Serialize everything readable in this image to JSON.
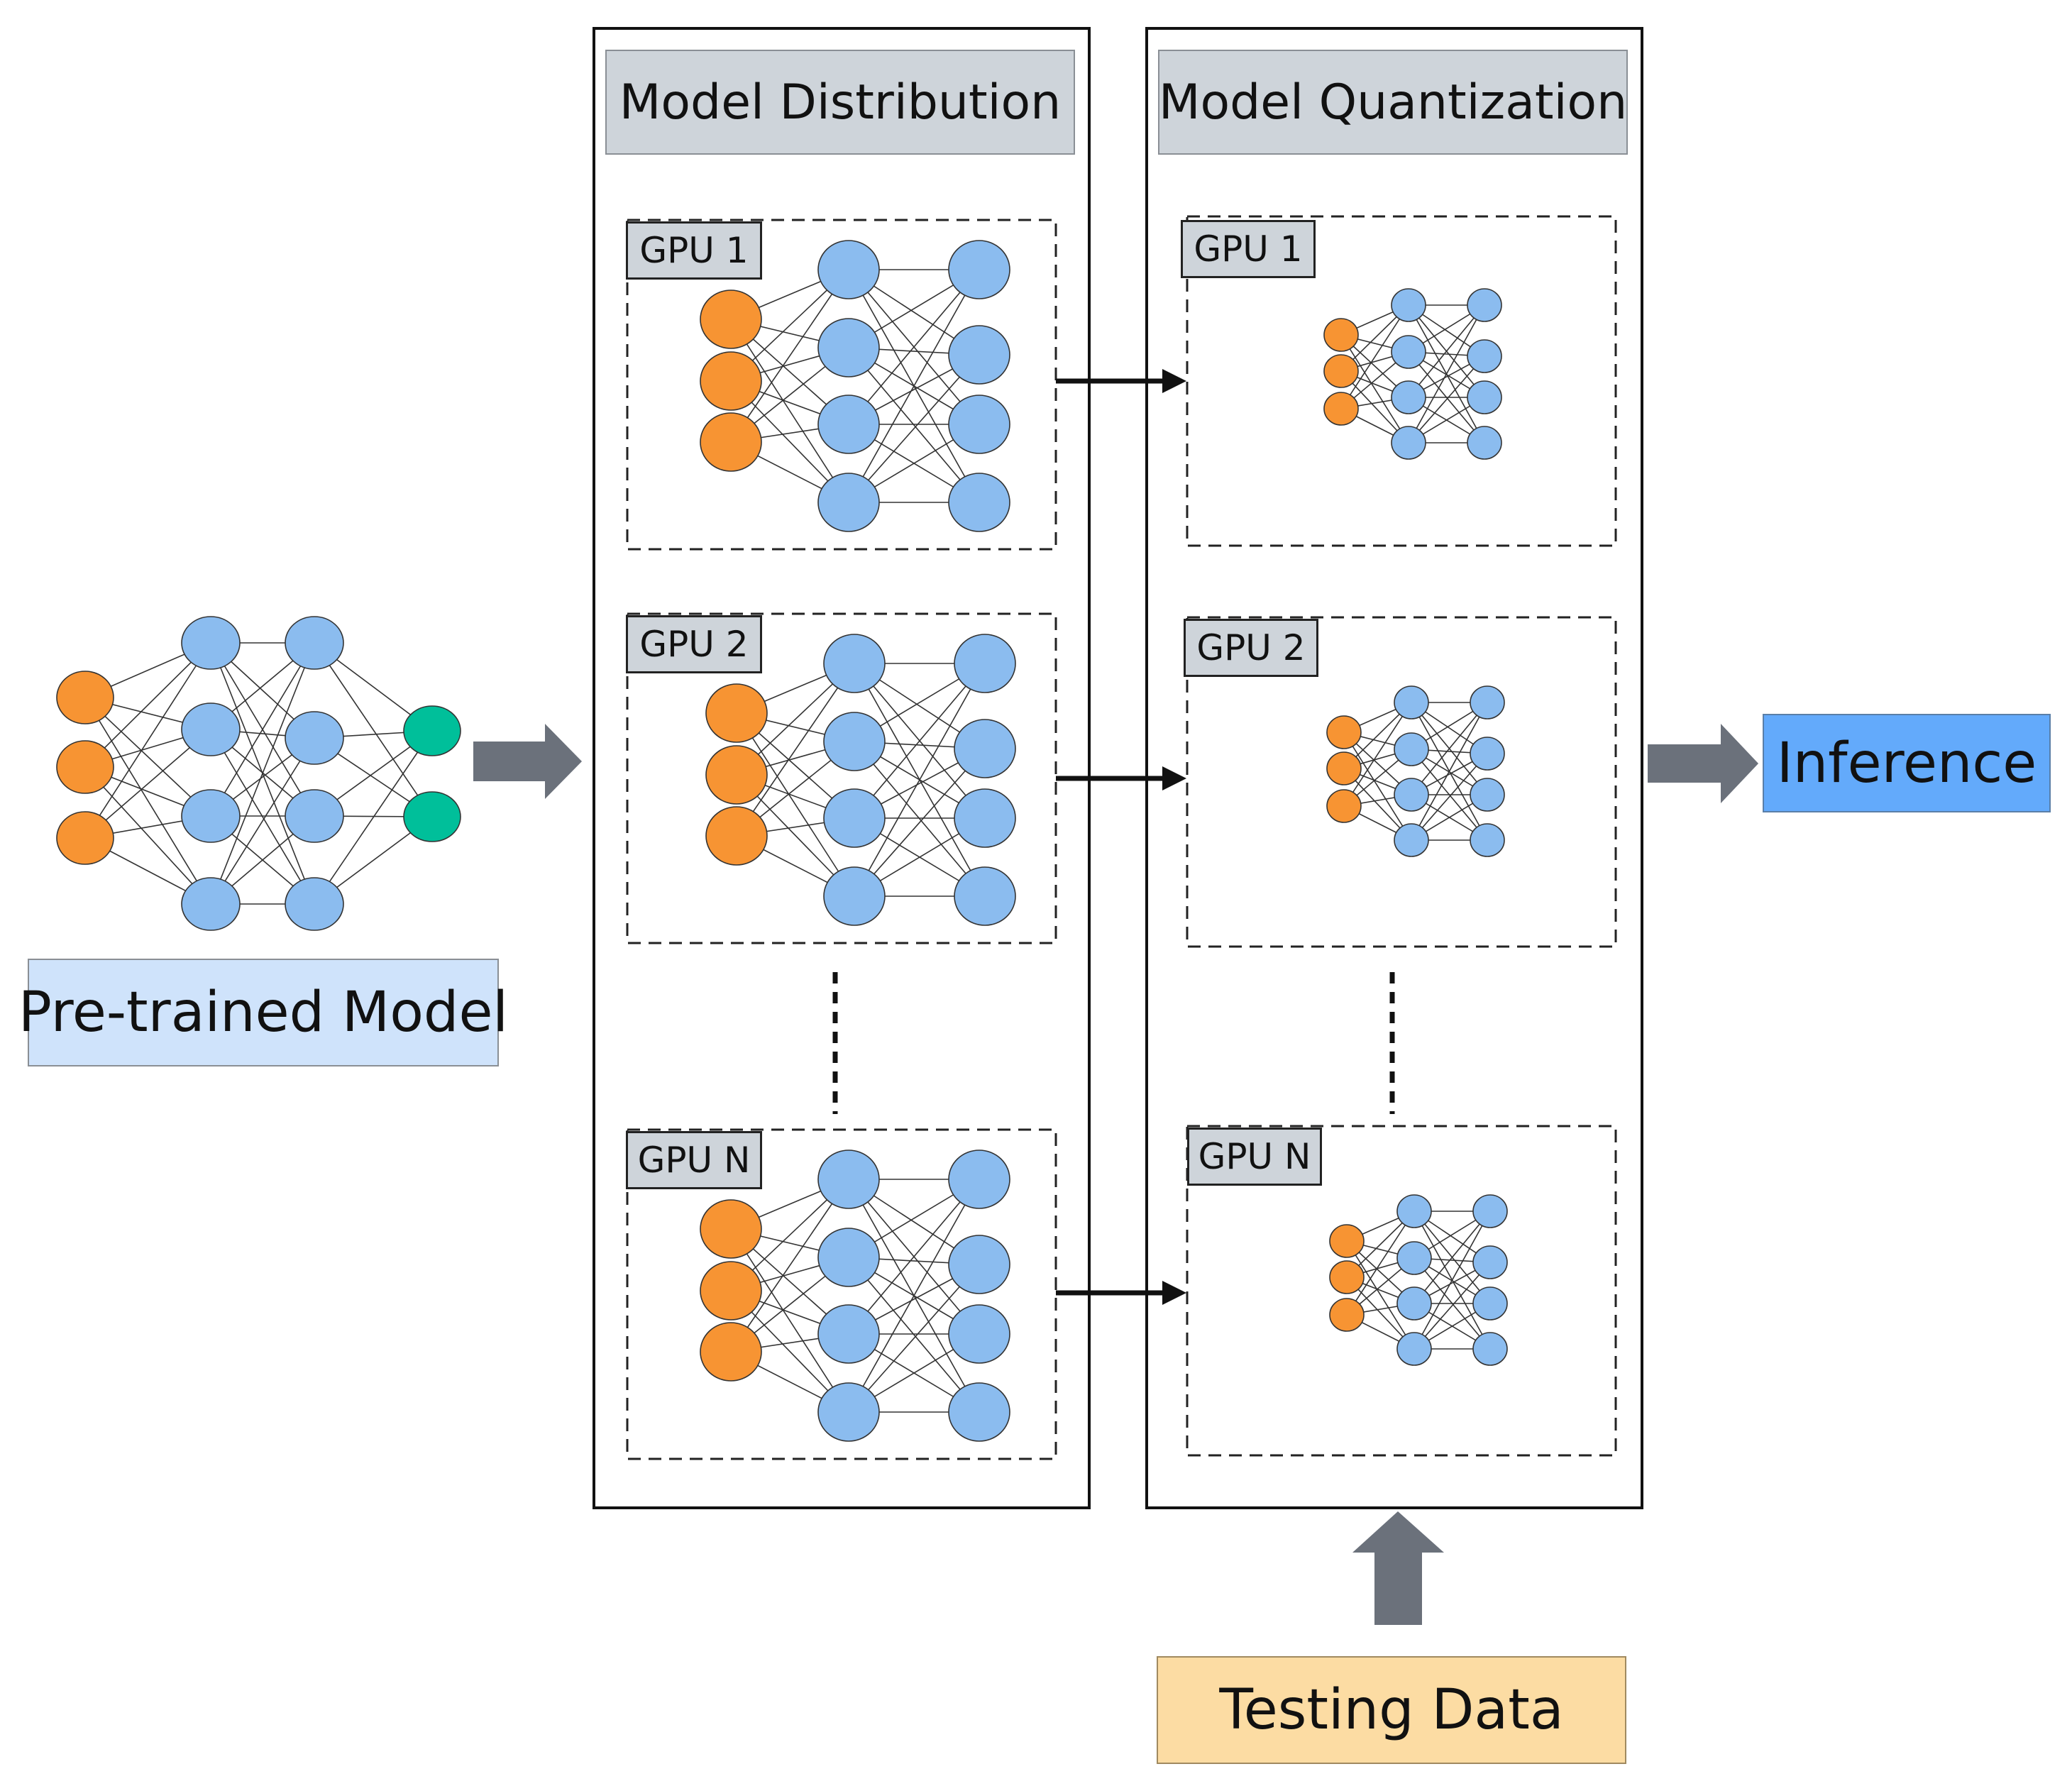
{
  "pretrained_label": "Pre-trained Model",
  "inference_label": "Inference",
  "testing_label": "Testing Data",
  "panels": {
    "distribution": {
      "title": "Model Distribution",
      "gpus": [
        "GPU 1",
        "GPU 2",
        "GPU N"
      ]
    },
    "quantization": {
      "title": "Model Quantization",
      "gpus": [
        "GPU 1",
        "GPU 2",
        "GPU N"
      ]
    }
  },
  "colors": {
    "input_node": "#f79433",
    "hidden_node": "#8bbcef",
    "output_node": "#00bf9a",
    "arrow": "#6b717b",
    "pretrained_fill": "#cfe3fb",
    "inference_fill": "#63aafb",
    "testing_fill": "#fcdca3",
    "title_fill": "#ced4da"
  }
}
